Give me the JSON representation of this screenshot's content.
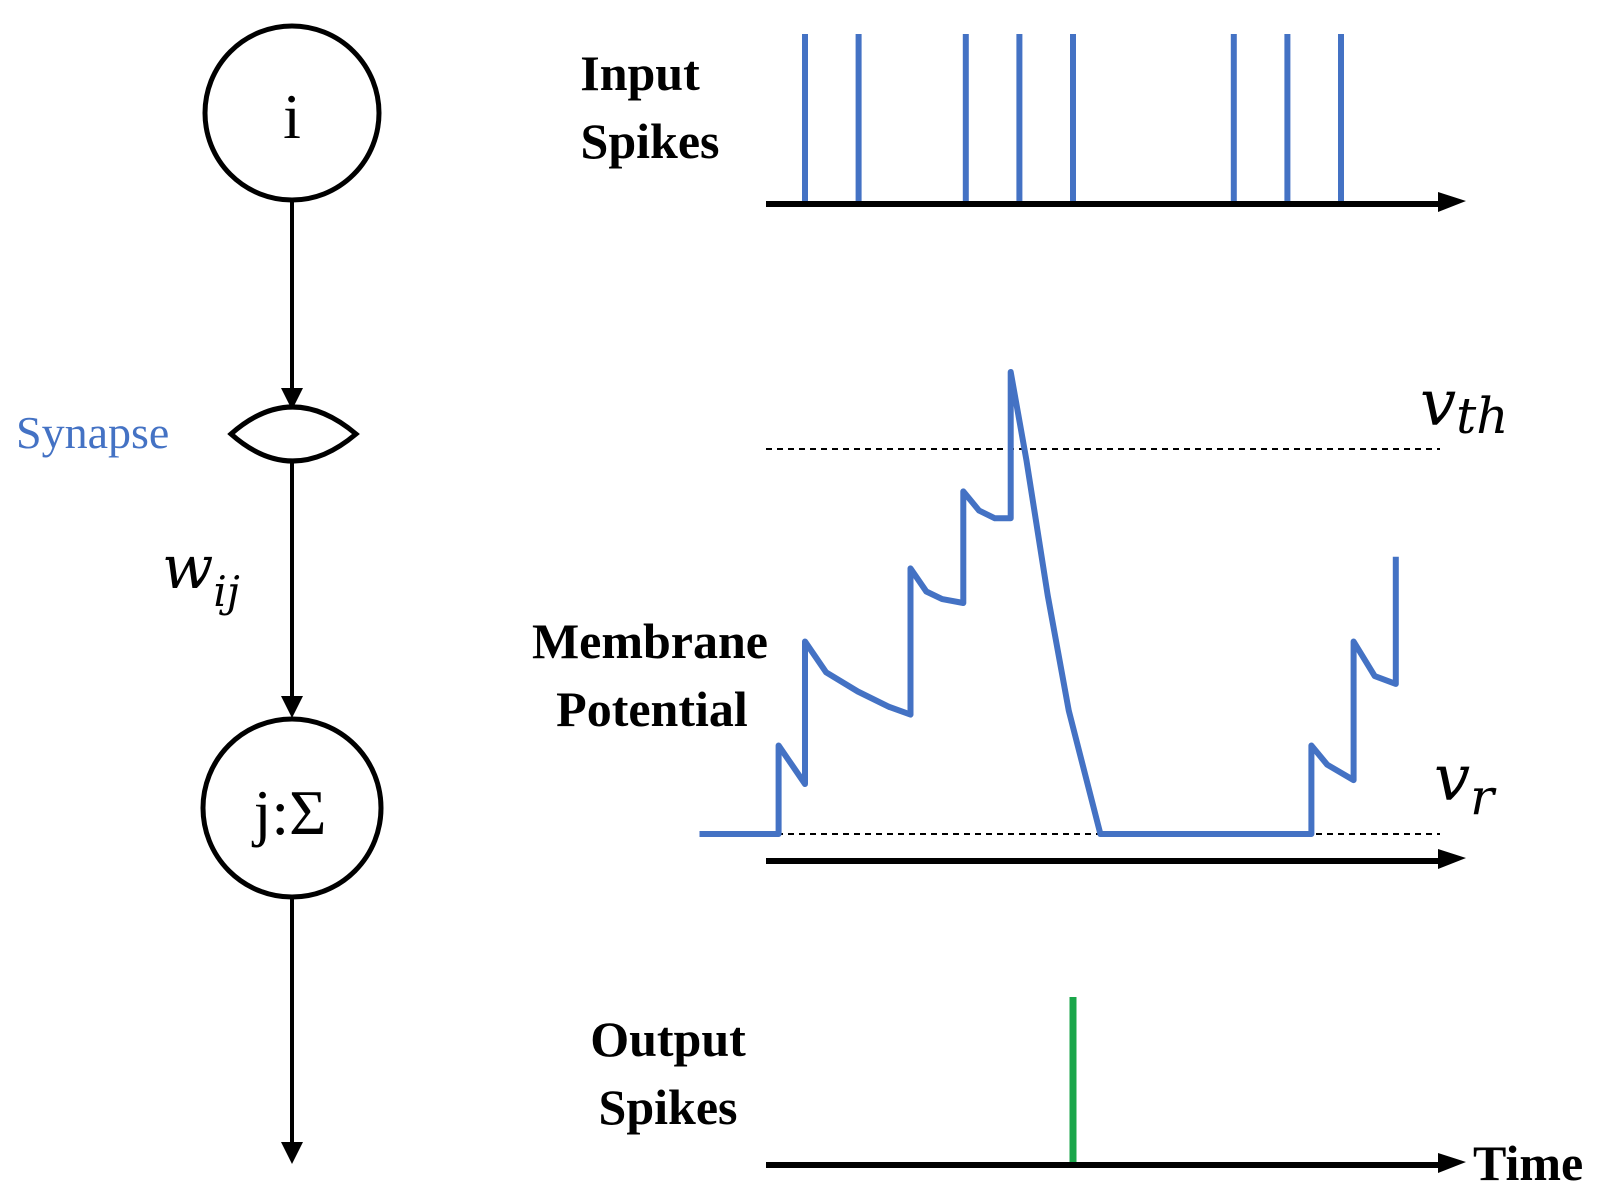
{
  "colors": {
    "spike": "#4472c4",
    "output_spike": "#1aa64a",
    "axis": "#000000",
    "synapse_label": "#4472c4"
  },
  "neuron": {
    "pre_label": "i",
    "post_label": "j:Σ",
    "synapse_label": "Synapse",
    "weight_base": "w",
    "weight_sub": "ij"
  },
  "panels": {
    "input_line1": "Input",
    "input_line2": "Spikes",
    "membrane_line1": "Membrane",
    "membrane_line2": "Potential",
    "output_line1": "Output",
    "output_line2": "Spikes",
    "time_label": "Time",
    "vth_base": "v",
    "vth_sub": "th",
    "vr_base": "v",
    "vr_sub": "r"
  },
  "timeline": {
    "input_spike_times": [
      1,
      2,
      4,
      5,
      6,
      9,
      10,
      11
    ],
    "output_spike_times": [
      6
    ],
    "membrane_trace": [
      [
        0.0,
        0.0
      ],
      [
        0.75,
        0.0
      ],
      [
        0.75,
        0.23
      ],
      [
        0.85,
        0.19
      ],
      [
        1.0,
        0.13
      ],
      [
        1.0,
        0.5
      ],
      [
        1.2,
        0.42
      ],
      [
        1.5,
        0.37
      ],
      [
        1.8,
        0.33
      ],
      [
        2.0,
        0.31
      ],
      [
        2.0,
        0.69
      ],
      [
        2.15,
        0.63
      ],
      [
        2.3,
        0.61
      ],
      [
        2.5,
        0.6
      ],
      [
        2.5,
        0.89
      ],
      [
        2.65,
        0.84
      ],
      [
        2.8,
        0.82
      ],
      [
        2.95,
        0.82
      ],
      [
        2.95,
        1.2
      ],
      [
        3.1,
        0.97
      ],
      [
        3.3,
        0.62
      ],
      [
        3.5,
        0.32
      ],
      [
        3.8,
        0.0
      ],
      [
        5.8,
        0.0
      ],
      [
        5.8,
        0.23
      ],
      [
        5.95,
        0.18
      ],
      [
        6.2,
        0.14
      ],
      [
        6.2,
        0.5
      ],
      [
        6.4,
        0.41
      ],
      [
        6.6,
        0.39
      ],
      [
        6.6,
        0.72
      ]
    ]
  }
}
